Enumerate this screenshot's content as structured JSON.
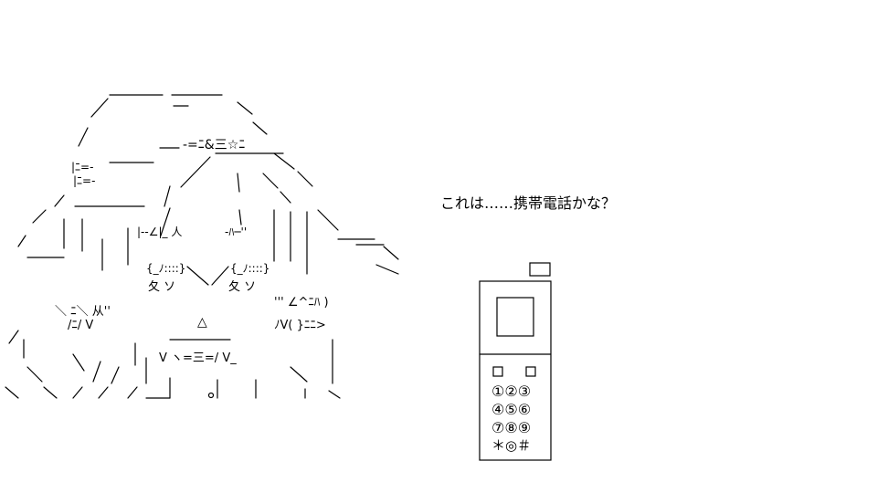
{
  "dialogue": {
    "caption": "これは……携帯電話かな？"
  },
  "character_art": {
    "hat_band_text": "‐=ﾆ&三☆ﾆ",
    "triangle_mouth": "△"
  },
  "phone": {
    "keys_row1": "①②③",
    "keys_row2": "④⑤⑥",
    "keys_row3": "⑦⑧⑨",
    "keys_row4": "＊◎＃"
  }
}
